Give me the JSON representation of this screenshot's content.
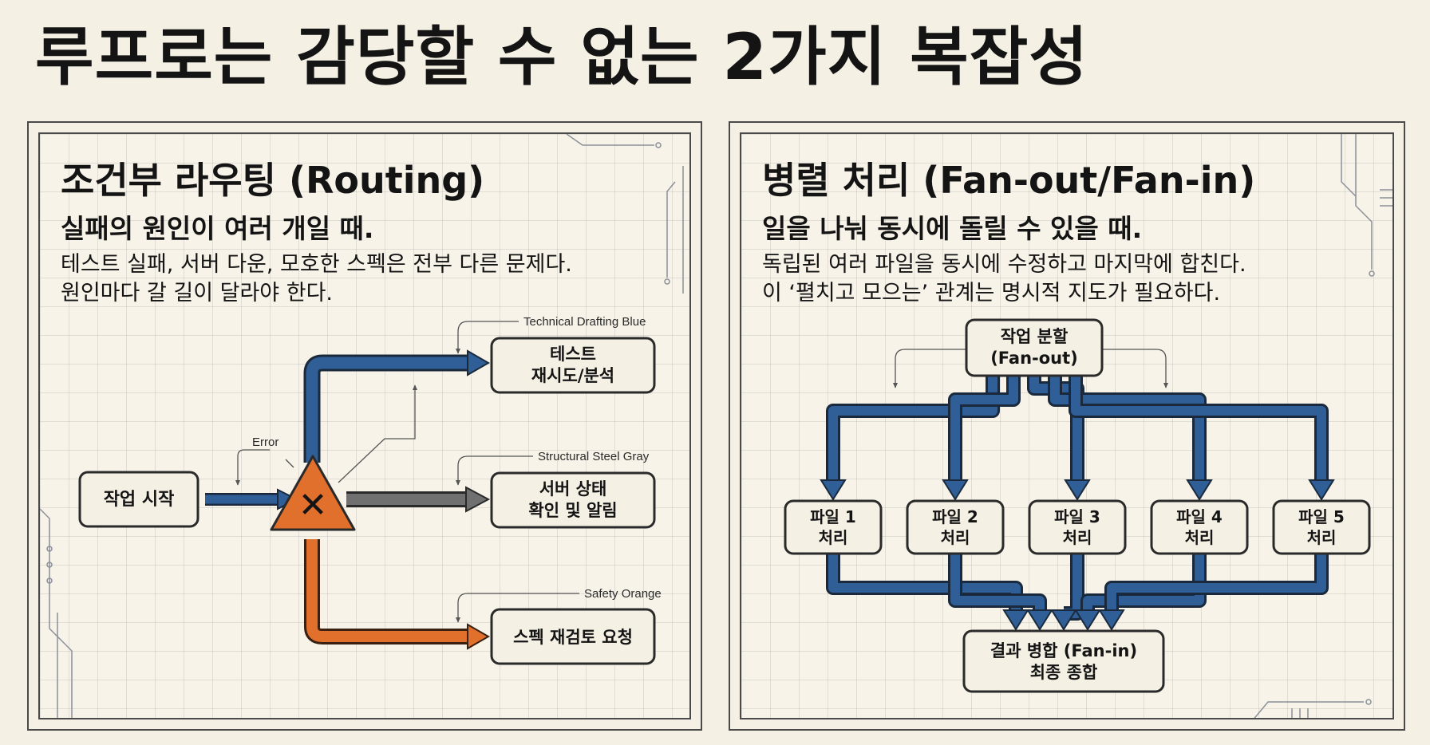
{
  "title": "루프로는 감당할 수 없는 2가지 복잡성",
  "left": {
    "title": "조건부 라우팅 (Routing)",
    "subtitle": "실패의 원인이 여러 개일 때.",
    "desc_line1": "테스트 실패, 서버 다운, 모호한 스펙은 전부 다른 문제다.",
    "desc_line2": "원인마다 갈 길이 달라야 한다.",
    "start_node": "작업 시작",
    "error_label": "Error",
    "error_symbol": "✕",
    "route1": {
      "line1": "테스트",
      "line2": "재시도/분석",
      "annotation": "Technical Drafting Blue",
      "color": "#2f5f96"
    },
    "route2": {
      "line1": "서버 상태",
      "line2": "확인 및 알림",
      "annotation": "Structural Steel Gray",
      "color": "#707070"
    },
    "route3": {
      "line1": "스펙 재검토 요청",
      "annotation": "Safety Orange",
      "color": "#e0702c"
    }
  },
  "right": {
    "title": "병렬 처리 (Fan-out/Fan-in)",
    "subtitle": "일을 나눠 동시에 돌릴 수 있을 때.",
    "desc_line1": "독립된 여러 파일을 동시에 수정하고 마지막에 합친다.",
    "desc_line2": "이 ‘펼치고 모으는’ 관계는 명시적 지도가 필요하다.",
    "split_node": {
      "line1": "작업 분할",
      "line2": "(Fan-out)"
    },
    "workers": [
      {
        "line1": "파일 1",
        "line2": "처리"
      },
      {
        "line1": "파일 2",
        "line2": "처리"
      },
      {
        "line1": "파일 3",
        "line2": "처리"
      },
      {
        "line1": "파일 4",
        "line2": "처리"
      },
      {
        "line1": "파일 5",
        "line2": "처리"
      }
    ],
    "merge_node": {
      "line1": "결과 병합 (Fan-in)",
      "line2": "최종 종합"
    },
    "arrow_color": "#2f5f96"
  }
}
